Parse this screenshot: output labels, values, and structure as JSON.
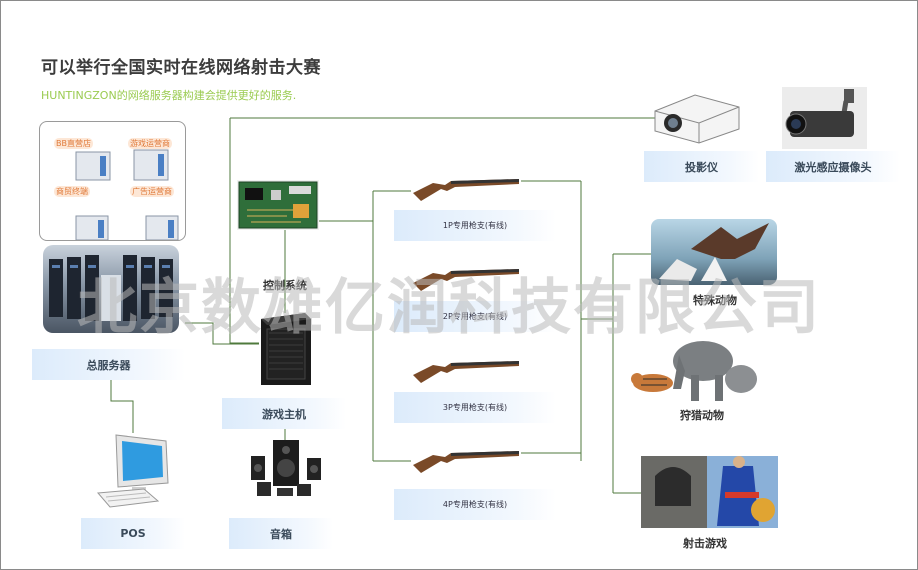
{
  "header": {
    "title": "可以举行全国实时在线网络射击大赛",
    "subtitle": "HUNTINGZON的网络服务器构建会提供更好的服务."
  },
  "labels": {
    "total_server": "总服务器",
    "control_system": "控制系统",
    "game_host": "游戏主机",
    "speaker": "音箱",
    "pos": "POS",
    "projector": "投影仪",
    "laser_camera": "激光感应摄像头",
    "special_animal": "特殊动物",
    "hunting_animal": "狩猎动物",
    "shooting_game": "射击游戏"
  },
  "guns": [
    {
      "label": "1P专用枪支(有线)"
    },
    {
      "label": "2P专用枪支(有线)"
    },
    {
      "label": "3P专用枪支(有线)"
    },
    {
      "label": "4P专用枪支(有线)"
    }
  ],
  "server_cluster": {
    "tags": [
      "BB直营店",
      "游戏运营商",
      "商贸终端",
      "广告运营商"
    ]
  },
  "watermark": "北京数雄亿润科技有限公司",
  "colors": {
    "line": "#4f7a3c",
    "label_bg": "#dcebfb",
    "subtitle": "#9acb50"
  }
}
